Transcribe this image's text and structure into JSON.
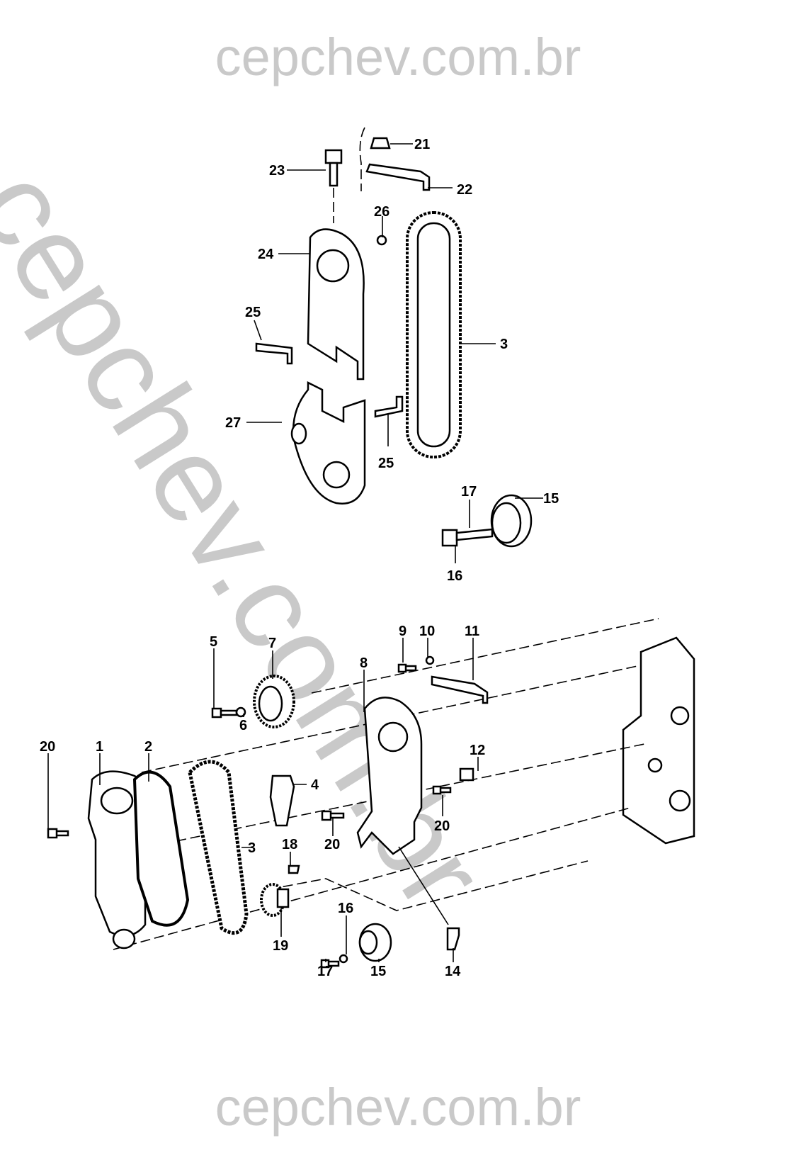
{
  "watermark": {
    "text": "cepchev.com.br",
    "color": "#c9c9c9"
  },
  "labels": {
    "top": [
      "21",
      "22",
      "23",
      "26",
      "24",
      "3",
      "25",
      "27",
      "25",
      "17",
      "15",
      "16"
    ],
    "bottom": [
      "5",
      "7",
      "9",
      "10",
      "11",
      "8",
      "6",
      "20",
      "1",
      "2",
      "12",
      "4",
      "20",
      "20",
      "3",
      "18",
      "19",
      "16",
      "17",
      "15",
      "14"
    ]
  }
}
